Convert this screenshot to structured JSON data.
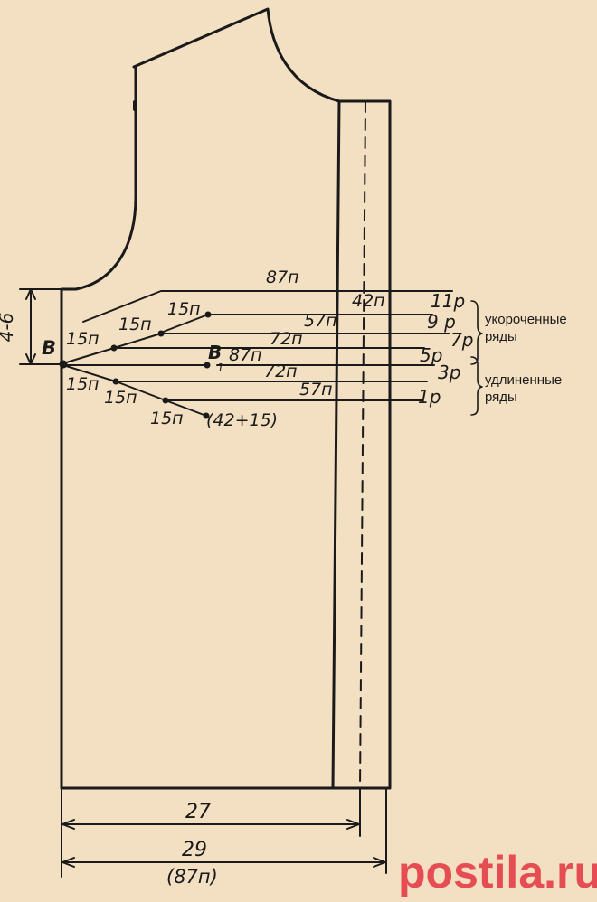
{
  "labels": {
    "height_range": "4-6",
    "point_b": "B",
    "point_b1": "B",
    "point_b1_sub": "1",
    "top_87p": "87п",
    "top_42p": "42п",
    "step_15p_top": "15п",
    "step_15p_mid": "15п",
    "step_15p_left_up": "15п",
    "step_15p_left_down": "15п",
    "step_15p_lower": "15п",
    "step_15p_bottom": "15п",
    "row_57p_upper": "57п",
    "row_72p_upper": "72п",
    "row_87p_mid": "87п",
    "row_72p_lower": "72п",
    "row_57p_lower": "57п",
    "sum_label": "(42+15)",
    "r11": "11р",
    "r9": "9 р",
    "r7": "7р",
    "r5": "5р",
    "r3": "3р",
    "r1": "1р",
    "shortened_line1": "укороченные",
    "shortened_line2": "ряды",
    "lengthened_line1": "удлиненные",
    "lengthened_line2": "ряды",
    "width_27": "27",
    "width_29": "29",
    "width_87p": "(87п)"
  },
  "watermark": {
    "text": "postila.ru",
    "color": "#e54d53"
  },
  "colors": {
    "paper": "#f3dfc2",
    "ink": "#1a1a1a"
  }
}
